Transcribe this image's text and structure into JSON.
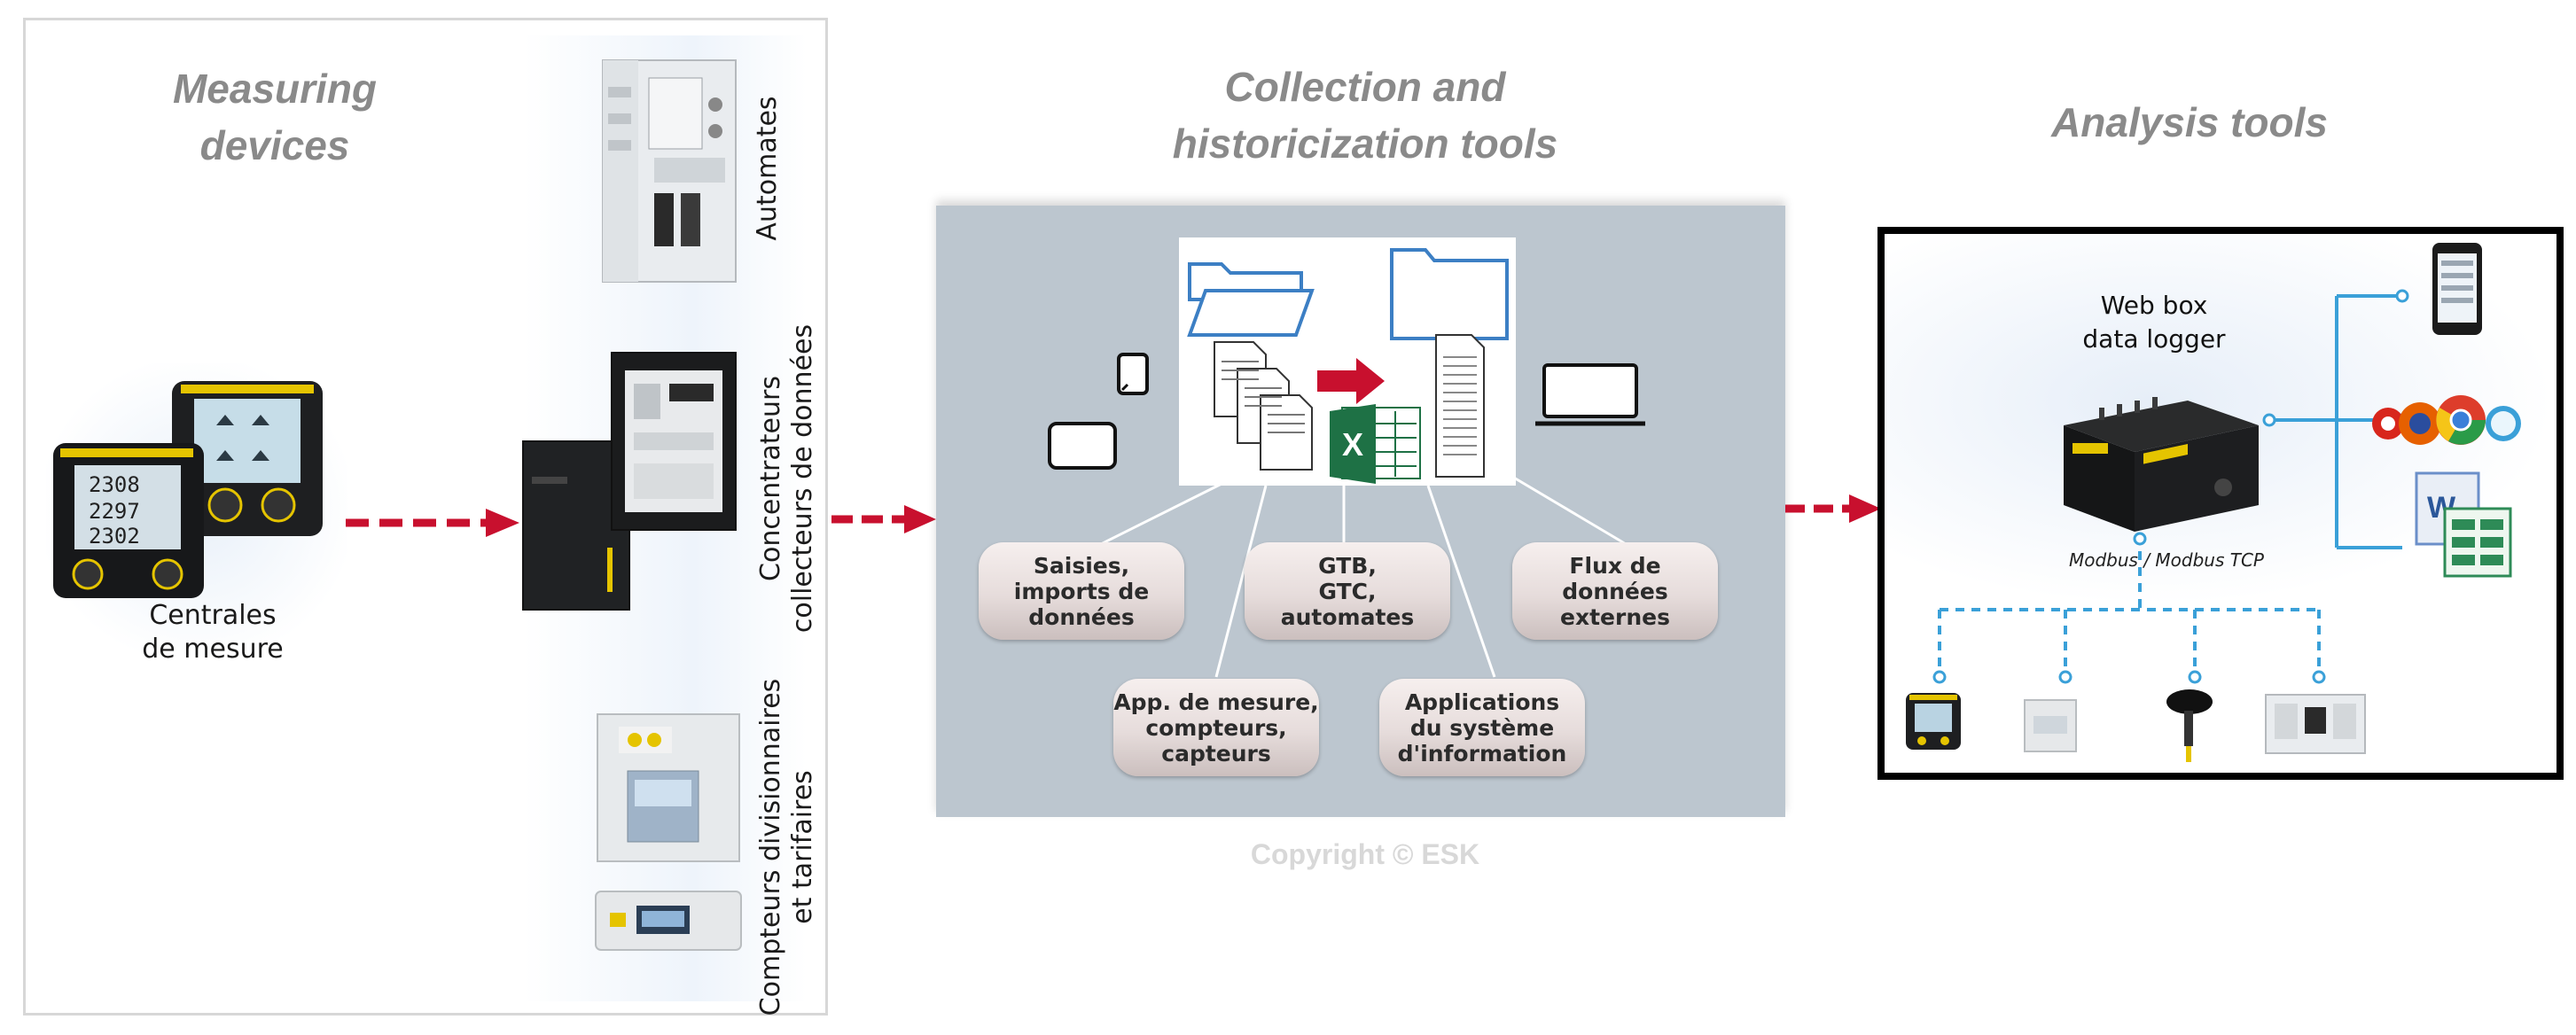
{
  "headings": {
    "measuring": "Measuring\ndevices",
    "collection": "Collection and\nhistoricization tools",
    "analysis": "Analysis tools"
  },
  "measuring_panel": {
    "automates": "Automates",
    "concentrateurs_line1": "Concentrateurs",
    "concentrateurs_line2": "collecteurs de données",
    "compteurs_line1": "Compteurs divisionnaires",
    "compteurs_line2": "et tarifaires",
    "centrales_line1": "Centrales",
    "centrales_line2": "de mesure"
  },
  "collection_panel": {
    "pills": {
      "saisies": [
        "Saisies,",
        "imports de",
        "données"
      ],
      "gtb": [
        "GTB,",
        "GTC,",
        "automates"
      ],
      "flux": [
        "Flux de",
        "données",
        "externes"
      ],
      "app": [
        "App. de mesure,",
        "compteurs,",
        "capteurs"
      ],
      "applications": [
        "Applications",
        "du système",
        "d'information"
      ]
    },
    "excel_letter": "X"
  },
  "copyright": "Copyright © ESK",
  "analysis_panel": {
    "webbox_line1": "Web box",
    "webbox_line2": "data logger",
    "modbus": "Modbus / Modbus TCP",
    "word_letter": "W"
  },
  "colors": {
    "arrow_red": "#c8102e",
    "panel_grey": "#bcc6cf",
    "connector_blue": "#3aa0d8",
    "heading_grey": "#8a8a8a"
  }
}
